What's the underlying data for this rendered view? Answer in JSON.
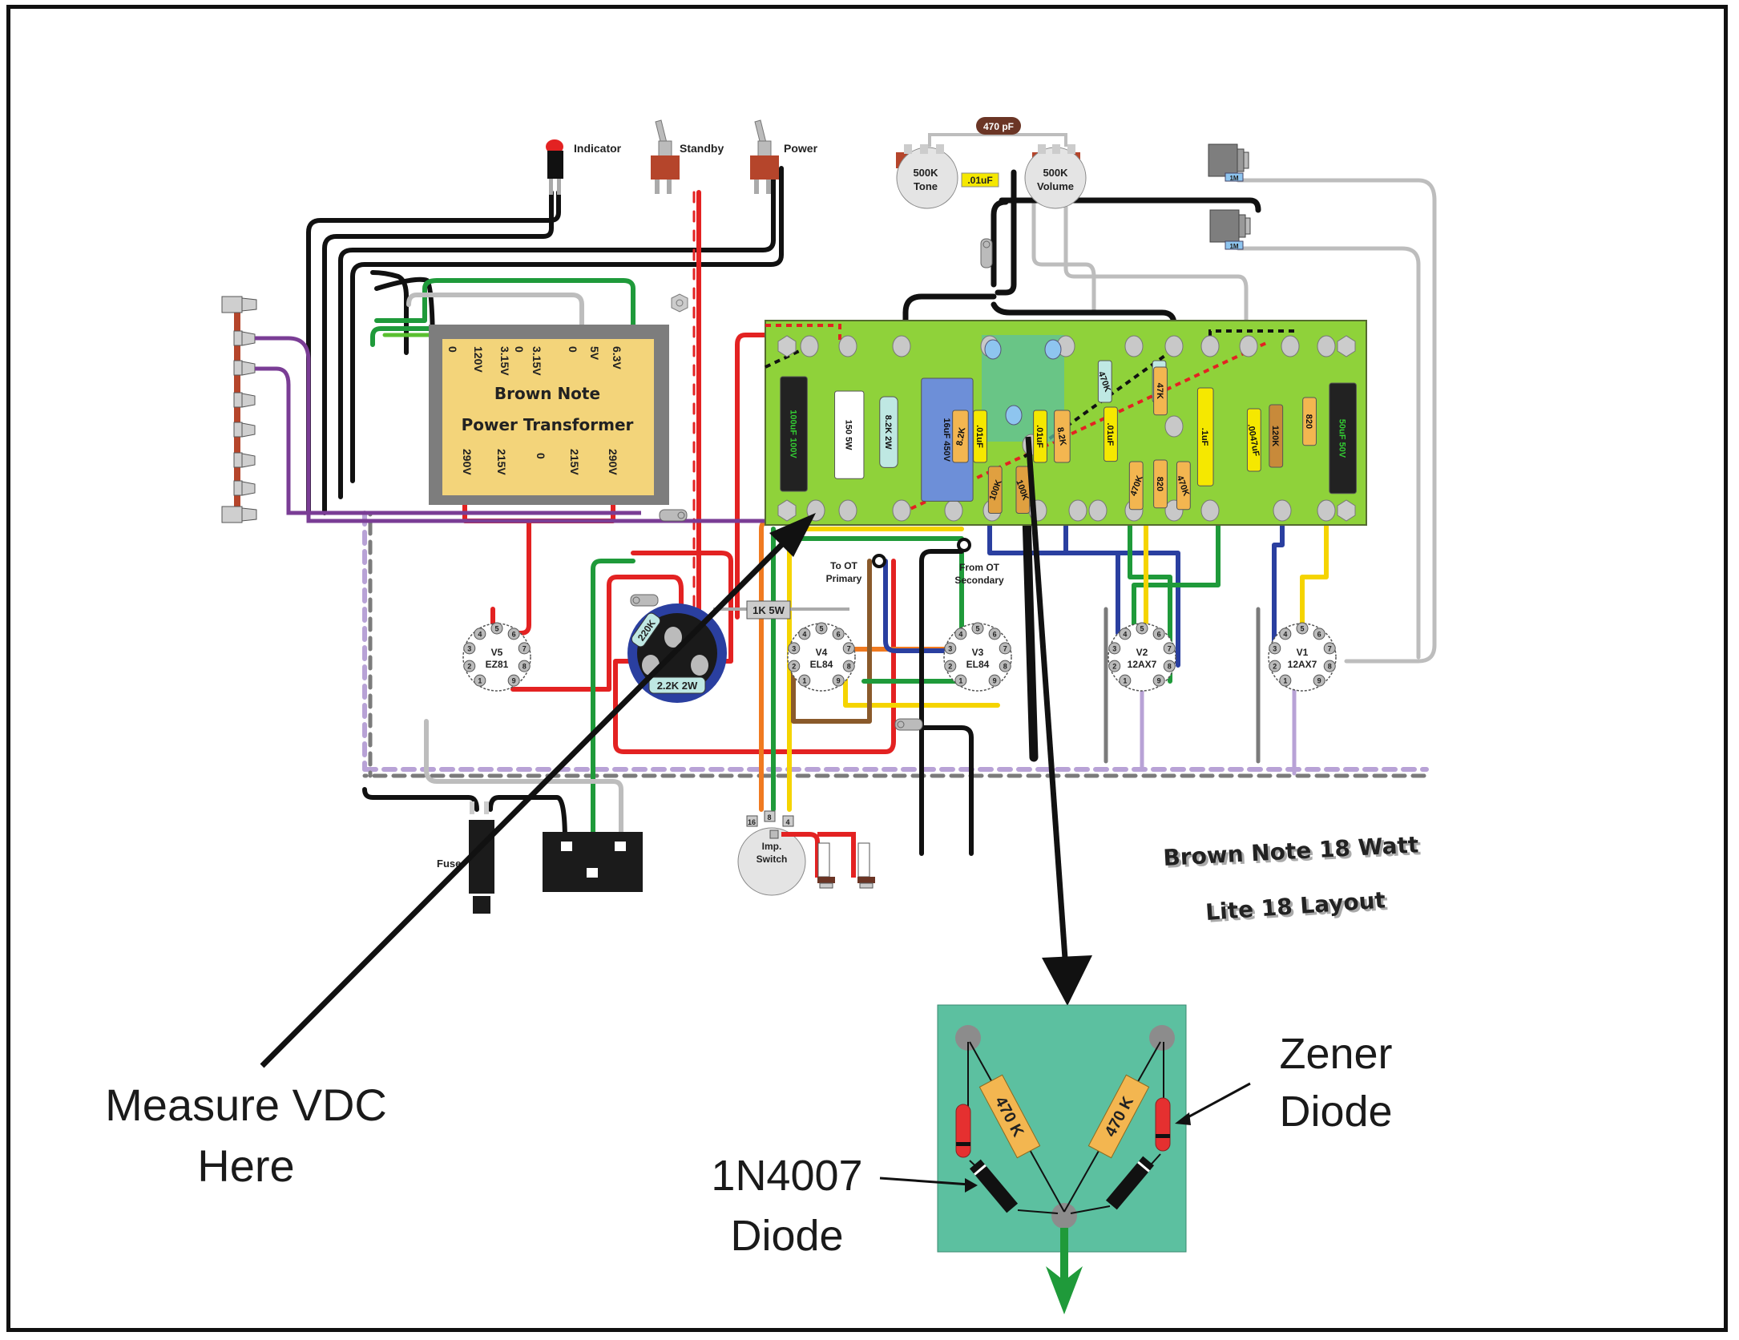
{
  "title": {
    "line1": "Brown Note 18 Watt",
    "line2": "Lite 18 Layout"
  },
  "colors": {
    "board": "#8fd23a",
    "turret": "#c8c8c8",
    "transformer_core": "#7d7d7d",
    "transformer_face": "#f3d47a",
    "inset_board": "#5cc0a0",
    "resistor": "#f3b650",
    "zener": "#e53030",
    "arrow": "#111111",
    "ground_arrow": "#1f9a3a",
    "wire_red": "#e32222",
    "wire_black": "#111111",
    "wire_green": "#1f9a3a",
    "wire_grey": "#bdbdbd",
    "wire_purple": "#7a3d95",
    "wire_lavender": "#b8a2d6",
    "wire_yellow": "#f5d400",
    "wire_blue": "#2a3fa0",
    "wire_orange": "#f07a20",
    "wire_brown": "#8a5a2b"
  },
  "controls": {
    "indicator": "Indicator",
    "standby": "Standby",
    "power": "Power",
    "tone_pot": {
      "value": "500K",
      "name": "Tone"
    },
    "volume_pot": {
      "value": "500K",
      "name": "Volume"
    },
    "tone_cap": ".01uF",
    "bright_cap": "470 pF",
    "input_resistors": [
      "1M",
      "1M"
    ]
  },
  "transformer": {
    "name_line1": "Brown Note",
    "name_line2": "Power Transformer",
    "primary_taps": [
      "0",
      "120V",
      "3.15V",
      "0",
      "3.15V",
      "0",
      "5V",
      "6.3V"
    ],
    "secondary_taps": [
      "290V",
      "215V",
      "0",
      "215V",
      "290V"
    ]
  },
  "board": {
    "components": [
      {
        "id": "c-100uf",
        "label": "100uF 100V"
      },
      {
        "id": "r-150",
        "label": "150 5W"
      },
      {
        "id": "r-8k2-2w",
        "label": "8.2K 2W"
      },
      {
        "id": "c-16uf",
        "label": "16uF 450V"
      },
      {
        "id": "r-8k2-a",
        "label": "8.2K"
      },
      {
        "id": "c-01-a",
        "label": ".01uF"
      },
      {
        "id": "r-470k-a",
        "label": "470K"
      },
      {
        "id": "r-470k-b",
        "label": "470K"
      },
      {
        "id": "c-01-b",
        "label": ".01uF"
      },
      {
        "id": "r-8k2-b",
        "label": "8.2K"
      },
      {
        "id": "r-100k-a",
        "label": "100K"
      },
      {
        "id": "r-100k-b",
        "label": "100K"
      },
      {
        "id": "c-01-c",
        "label": ".01uF"
      },
      {
        "id": "r-47k",
        "label": "47K"
      },
      {
        "id": "r-470k-c",
        "label": "470K"
      },
      {
        "id": "r-820-a",
        "label": "820"
      },
      {
        "id": "r-470k-d",
        "label": "470K"
      },
      {
        "id": "c-1",
        "label": ".1uF"
      },
      {
        "id": "c-0047",
        "label": ".0047uF"
      },
      {
        "id": "r-120k",
        "label": "120K"
      },
      {
        "id": "r-820-b",
        "label": "820"
      },
      {
        "id": "c-50uf",
        "label": "50uF 50V"
      }
    ]
  },
  "filter": {
    "r220k": "220K",
    "r2k2": "2.2K 2W",
    "r1k": "1K 5W"
  },
  "tubes": [
    {
      "id": "V5",
      "type": "EZ81"
    },
    {
      "id": "V4",
      "type": "EL84"
    },
    {
      "id": "V3",
      "type": "EL84"
    },
    {
      "id": "V2",
      "type": "12AX7"
    },
    {
      "id": "V1",
      "type": "12AX7"
    }
  ],
  "pins": [
    "1",
    "2",
    "3",
    "4",
    "5",
    "6",
    "7",
    "8",
    "9"
  ],
  "output": {
    "to_ot_primary": [
      "To OT",
      "Primary"
    ],
    "from_ot_secondary": [
      "From OT",
      "Secondary"
    ],
    "imp_switch": [
      "Imp.",
      "Switch"
    ],
    "imp_taps": [
      "16",
      "8",
      "4"
    ]
  },
  "fuse": "Fuse",
  "inset": {
    "resistor_left": "470 K",
    "resistor_right": "470 K"
  },
  "annotations": {
    "measure": [
      "Measure VDC",
      "Here"
    ],
    "zener": [
      "Zener",
      "Diode"
    ],
    "diode": [
      "1N4007",
      "Diode"
    ]
  }
}
